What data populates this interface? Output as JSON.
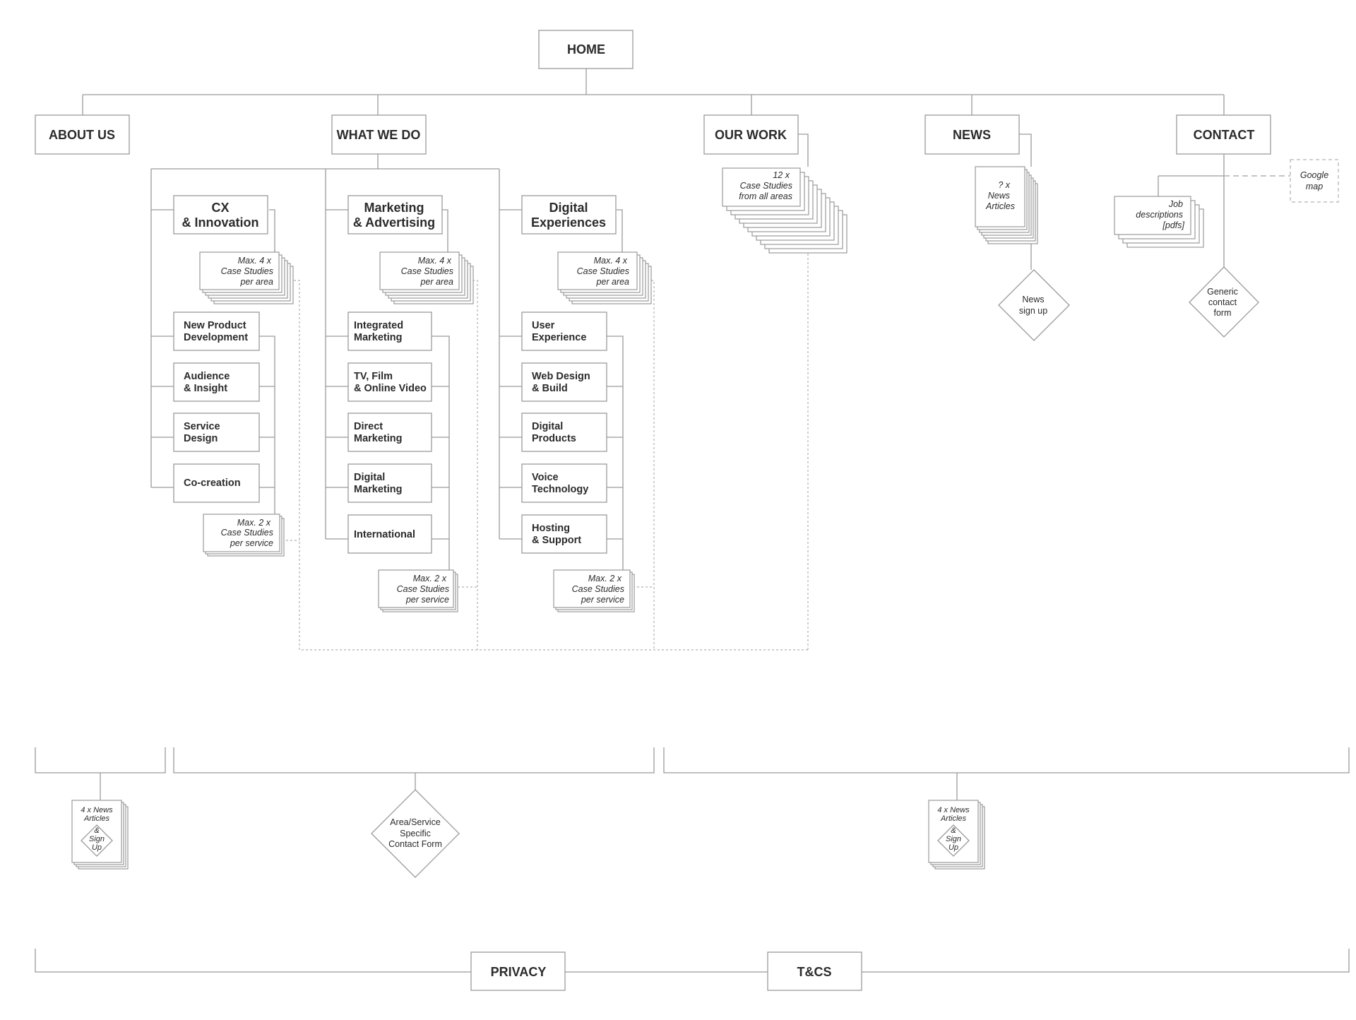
{
  "top_nav": {
    "home": "HOME",
    "about_us": "ABOUT US",
    "what_we_do": "WHAT WE DO",
    "our_work": "OUR WORK",
    "news": "NEWS",
    "contact": "CONTACT"
  },
  "areas": {
    "cx": [
      "CX",
      "& Innovation"
    ],
    "marketing": [
      "Marketing",
      "& Advertising"
    ],
    "digital": [
      "Digital",
      "Experiences"
    ]
  },
  "services": {
    "cx": [
      [
        "New Product",
        "Development"
      ],
      [
        "Audience",
        "& Insight"
      ],
      [
        "Service",
        "Design"
      ],
      [
        "Co-creation"
      ]
    ],
    "marketing": [
      [
        "Integrated",
        "Marketing"
      ],
      [
        "TV, Film",
        "& Online Video"
      ],
      [
        "Direct",
        "Marketing"
      ],
      [
        "Digital",
        "Marketing"
      ],
      [
        "International"
      ]
    ],
    "digital": [
      [
        "User",
        "Experience"
      ],
      [
        "Web Design",
        "& Build"
      ],
      [
        "Digital",
        "Products"
      ],
      [
        "Voice",
        "Technology"
      ],
      [
        "Hosting",
        "& Support"
      ]
    ]
  },
  "notes": {
    "case_per_area": [
      "Max. 4 x",
      "Case Studies",
      "per area"
    ],
    "case_per_service": [
      "Max. 2 x",
      "Case Studies",
      "per service"
    ],
    "our_work_cases": [
      "12 x",
      "Case Studies",
      "from all areas"
    ],
    "news_articles": [
      "? x",
      "News",
      "Articles"
    ],
    "job_descriptions": [
      "Job",
      "descriptions",
      "[pdfs]"
    ],
    "google_map": [
      "Google",
      "map"
    ],
    "news_signup": [
      "News",
      "sign up"
    ],
    "contact_form": [
      "Generic",
      "contact",
      "form"
    ],
    "footer_news": [
      "4 x News",
      "Articles"
    ],
    "footer_signup": [
      "&",
      "Sign",
      "Up"
    ],
    "area_contact_form": [
      "Area/Service",
      "Specific",
      "Contact Form"
    ]
  },
  "footer_links": {
    "privacy": "PRIVACY",
    "tcs": "T&CS"
  }
}
